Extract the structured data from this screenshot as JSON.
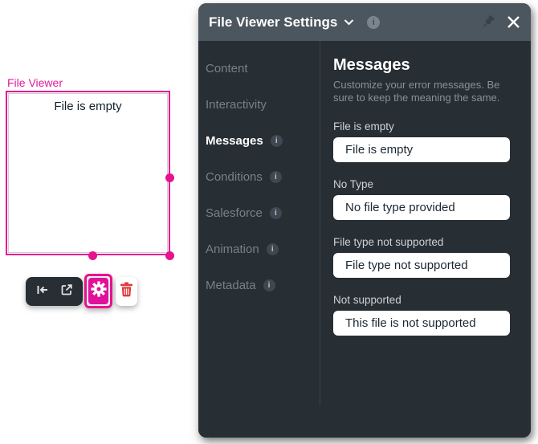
{
  "canvas": {
    "component": {
      "label": "File Viewer",
      "message": "File is empty"
    },
    "toolbar": {
      "collapse_icon": "bar-arrow-left",
      "open_icon": "external-link",
      "settings_icon": "gear",
      "delete_icon": "trash"
    }
  },
  "panel": {
    "header": {
      "title": "File Viewer Settings"
    },
    "sidebar": {
      "items": [
        {
          "label": "Content",
          "has_info": false,
          "active": false
        },
        {
          "label": "Interactivity",
          "has_info": false,
          "active": false
        },
        {
          "label": "Messages",
          "has_info": true,
          "active": true
        },
        {
          "label": "Conditions",
          "has_info": true,
          "active": false
        },
        {
          "label": "Salesforce",
          "has_info": true,
          "active": false
        },
        {
          "label": "Animation",
          "has_info": true,
          "active": false
        },
        {
          "label": "Metadata",
          "has_info": true,
          "active": false
        }
      ]
    },
    "content": {
      "title": "Messages",
      "description": "Customize your error messages. Be sure to keep the meaning the same.",
      "fields": [
        {
          "label": "File is empty",
          "value": "File is empty"
        },
        {
          "label": "No Type",
          "value": "No file type provided"
        },
        {
          "label": "File type not supported",
          "value": "File type not supported"
        },
        {
          "label": "Not supported",
          "value": "This file is not supported"
        }
      ]
    }
  },
  "glyphs": {
    "info": "i"
  },
  "colors": {
    "accent": "#e8128f",
    "panel_bg": "#272e34",
    "header_bg": "#4b565f",
    "danger": "#df3a3b"
  }
}
